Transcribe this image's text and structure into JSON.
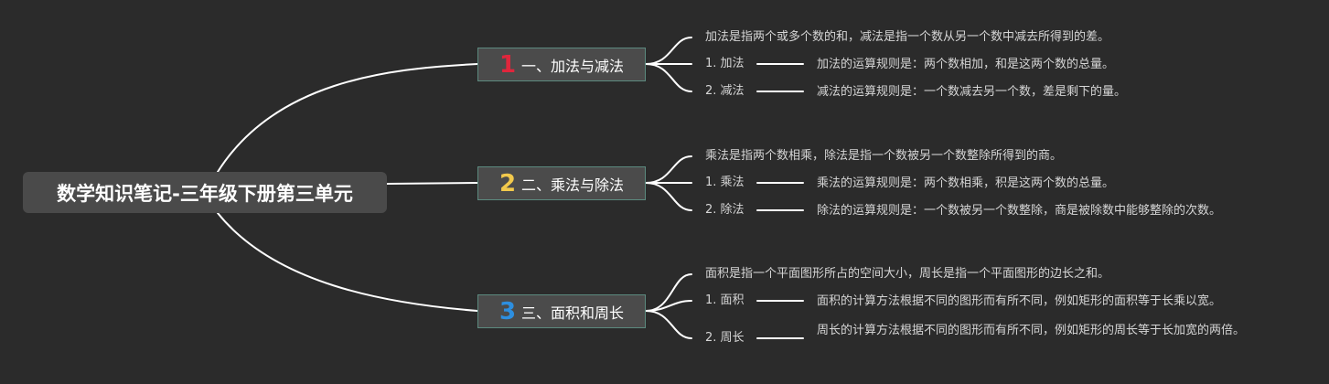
{
  "root": {
    "title": "数学知识笔记-三年级下册第三单元"
  },
  "branches": [
    {
      "number": "1",
      "number_color": "#e0263c",
      "title": "一、加法与减法",
      "summary": "加法是指两个或多个数的和，减法是指一个数从另一个数中减去所得到的差。",
      "items": [
        {
          "label": "1. 加法",
          "detail": "加法的运算规则是：两个数相加，和是这两个数的总量。"
        },
        {
          "label": "2. 减法",
          "detail": "减法的运算规则是：一个数减去另一个数，差是剩下的量。"
        }
      ]
    },
    {
      "number": "2",
      "number_color": "#f2c94c",
      "title": "二、乘法与除法",
      "summary": "乘法是指两个数相乘，除法是指一个数被另一个数整除所得到的商。",
      "items": [
        {
          "label": "1. 乘法",
          "detail": "乘法的运算规则是：两个数相乘，积是这两个数的总量。"
        },
        {
          "label": "2. 除法",
          "detail": "除法的运算规则是：一个数被另一个数整除，商是被除数中能够整除的次数。"
        }
      ]
    },
    {
      "number": "3",
      "number_color": "#2d8fe0",
      "title": "三、面积和周长",
      "summary": "面积是指一个平面图形所占的空间大小，周长是指一个平面图形的边长之和。",
      "items": [
        {
          "label": "1. 面积",
          "detail": "面积的计算方法根据不同的图形而有所不同，例如矩形的面积等于长乘以宽。"
        },
        {
          "label": "2. 周长",
          "detail": "周长的计算方法根据不同的图形而有所不同，例如矩形的周长等于长加宽的两倍。"
        }
      ]
    }
  ],
  "colors": {
    "background": "#2b2b2b",
    "connector": "#ffffff",
    "branch_border": "#5c8a7f"
  }
}
